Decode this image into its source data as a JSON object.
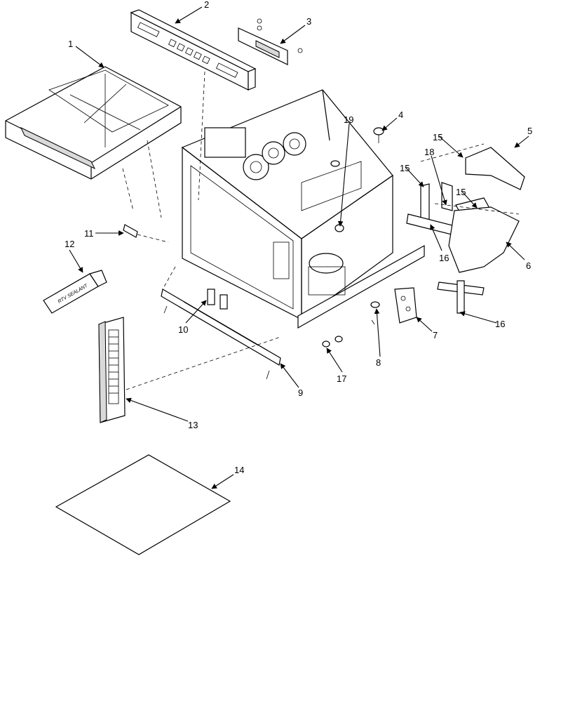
{
  "callouts": [
    "1",
    "2",
    "3",
    "4",
    "5",
    "6",
    "7",
    "8",
    "9",
    "10",
    "11",
    "12",
    "13",
    "14",
    "15",
    "15",
    "15",
    "16",
    "16",
    "17",
    "18",
    "19"
  ],
  "tube_label": "RTV SEALANT",
  "colors": {
    "line": "#000000",
    "background": "#ffffff"
  }
}
